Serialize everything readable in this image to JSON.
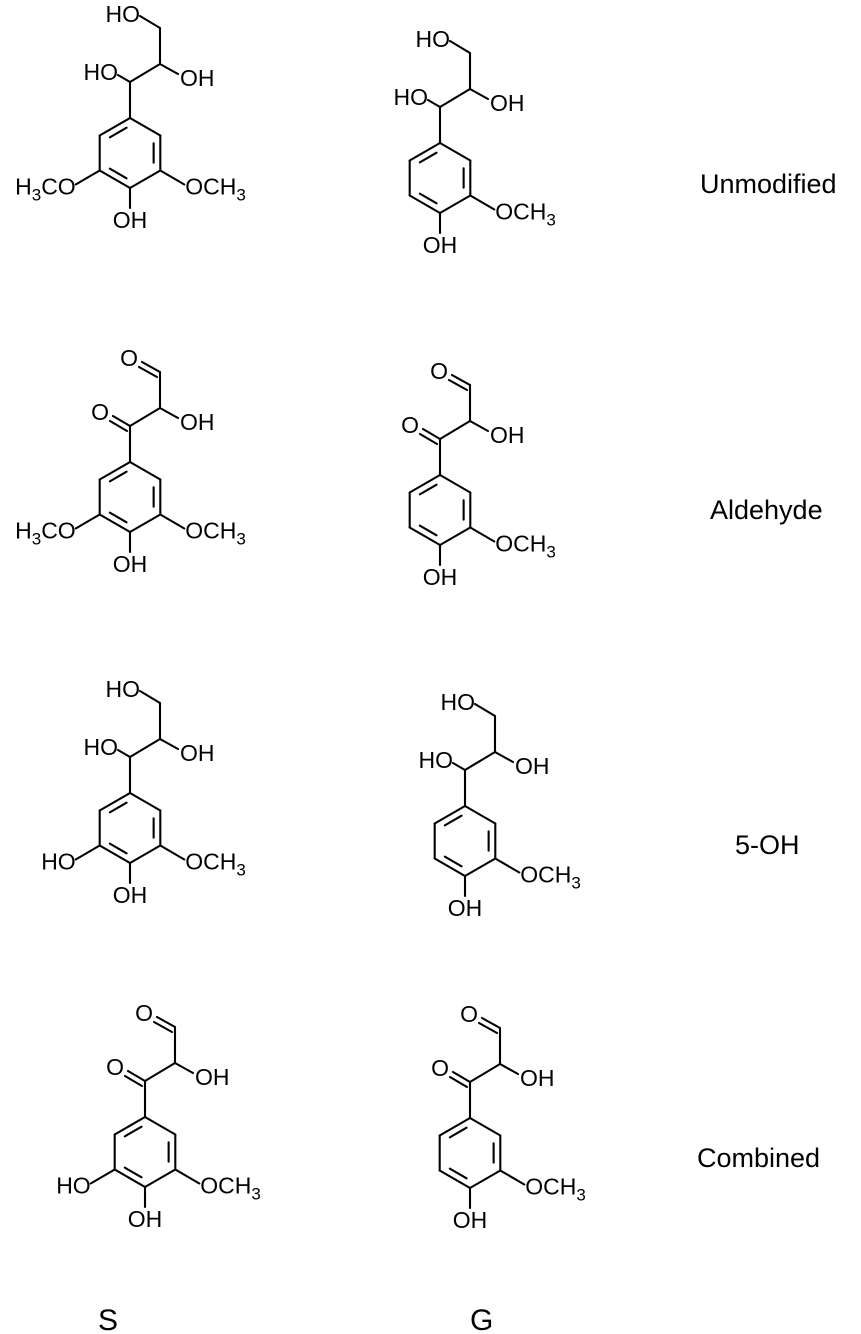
{
  "row_labels": [
    "Unmodified",
    "Aldehyde",
    "5-OH",
    "Combined"
  ],
  "column_labels": [
    "S",
    "G"
  ],
  "atom_labels": {
    "hydroxyl": "OH",
    "hydroxyl_left": "HO",
    "carbonyl_oxygen": "O",
    "methoxy_right_prefix": "OCH",
    "methoxy_left_prefix": "H",
    "methoxy_left_suffix": "CO",
    "methyl_subscript": "3"
  },
  "structures": [
    {
      "column": "S",
      "row": "Unmodified",
      "side_chain": "triol",
      "ring_position_3": "OCH3",
      "ring_position_5": "OCH3"
    },
    {
      "column": "G",
      "row": "Unmodified",
      "side_chain": "triol",
      "ring_position_3": "OCH3",
      "ring_position_5": null
    },
    {
      "column": "S",
      "row": "Aldehyde",
      "side_chain": "keto-aldehyde",
      "ring_position_3": "OCH3",
      "ring_position_5": "OCH3"
    },
    {
      "column": "G",
      "row": "Aldehyde",
      "side_chain": "keto-aldehyde",
      "ring_position_3": "OCH3",
      "ring_position_5": null
    },
    {
      "column": "S",
      "row": "5-OH",
      "side_chain": "triol",
      "ring_position_3": "OCH3",
      "ring_position_5": "OH"
    },
    {
      "column": "G",
      "row": "5-OH",
      "side_chain": "triol",
      "ring_position_3": "OCH3",
      "ring_position_5": null
    },
    {
      "column": "S",
      "row": "Combined",
      "side_chain": "keto-aldehyde",
      "ring_position_3": "OCH3",
      "ring_position_5": "OH"
    },
    {
      "column": "G",
      "row": "Combined",
      "side_chain": "keto-aldehyde",
      "ring_position_3": "OCH3",
      "ring_position_5": null
    }
  ]
}
